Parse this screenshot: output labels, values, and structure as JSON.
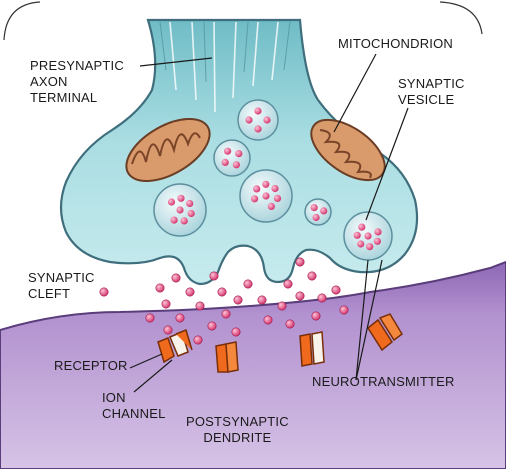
{
  "diagram": {
    "labels": {
      "presynaptic_axon_terminal": [
        "PRESYNAPTIC",
        "AXON",
        "TERMINAL"
      ],
      "mitochondrion": "MITOCHONDRION",
      "synaptic_vesicle": [
        "SYNAPTIC",
        "VESICLE"
      ],
      "synaptic_cleft": [
        "SYNAPTIC",
        "CLEFT"
      ],
      "receptor": "RECEPTOR",
      "ion_channel": [
        "ION",
        "CHANNEL"
      ],
      "neurotransmitter": "NEUROTRANSMITTER",
      "postsynaptic_dendrite": [
        "POSTSYNAPTIC",
        "DENDRITE"
      ]
    },
    "colors": {
      "axon_fill": "#9fd6dc",
      "axon_outline": "#3f6e7c",
      "mitochondrion_fill": "#d99a6c",
      "vesicle_fill": "#c9e6ec",
      "neurotransmitter": "#e0427a",
      "dendrite_fill": "#a886c4",
      "channel_orange": "#ef6a1c"
    }
  }
}
